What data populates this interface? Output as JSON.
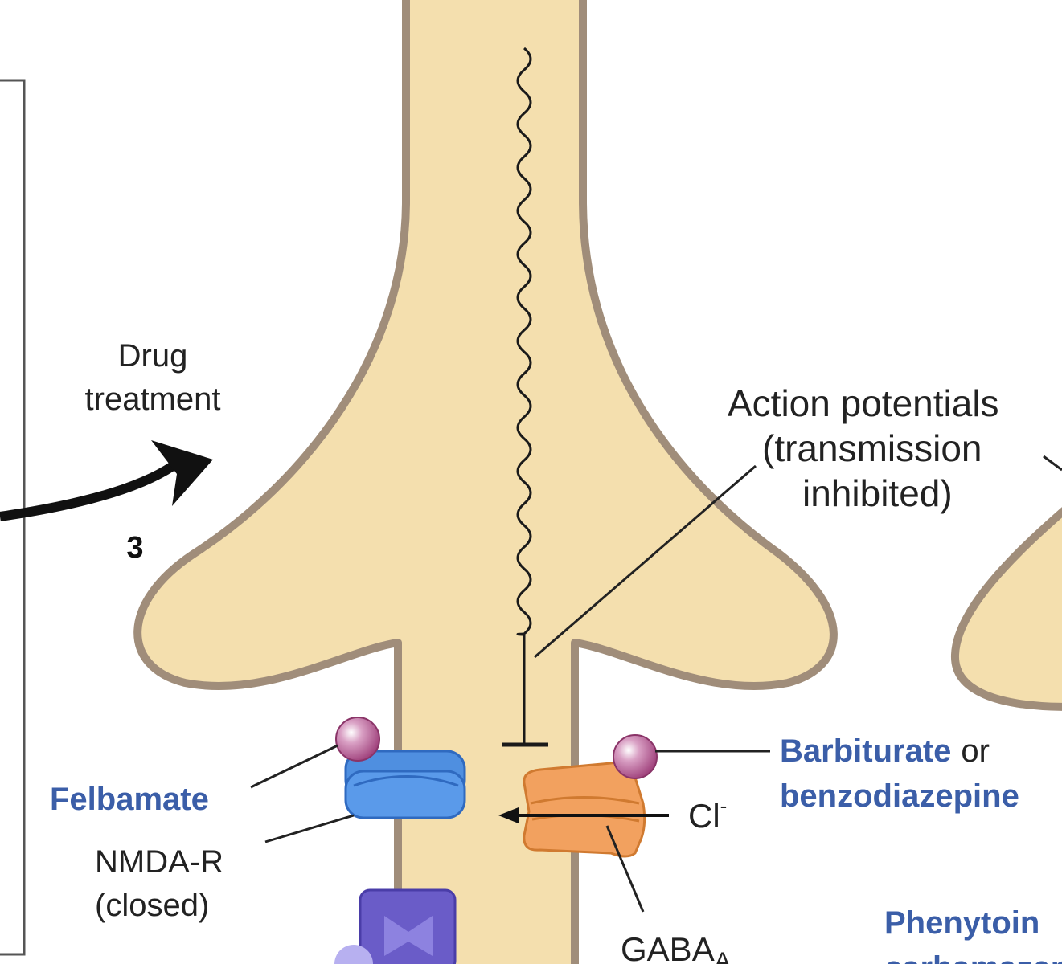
{
  "labels": {
    "drug_line1": "Drug",
    "drug_line2": "treatment",
    "step_number": "3",
    "ap_line1": "Action potentials",
    "ap_line2": "(transmission",
    "ap_line3": "inhibited)",
    "felbamate": "Felbamate",
    "nmda_line1": "NMDA-R",
    "nmda_line2": "(closed)",
    "chloride": "Cl",
    "chloride_charge": "-",
    "barbiturate": "Barbiturate",
    "or": "or",
    "benzodiazepine": "benzodiazepine",
    "gaba": "GABA",
    "gaba_sub": "A",
    "phenytoin": "Phenytoin",
    "carbamazepine": "carbamazepine"
  },
  "colors": {
    "neuron_fill": "#f4dfae",
    "neuron_outline": "#a08d7a",
    "drug_label_blue": "#3b5ea8",
    "nmda_receptor": "#4f8fe0",
    "gaba_receptor": "#f2a15f",
    "sodium_channel": "#6a5cc8",
    "drug_ball": "#9e3f7a"
  }
}
